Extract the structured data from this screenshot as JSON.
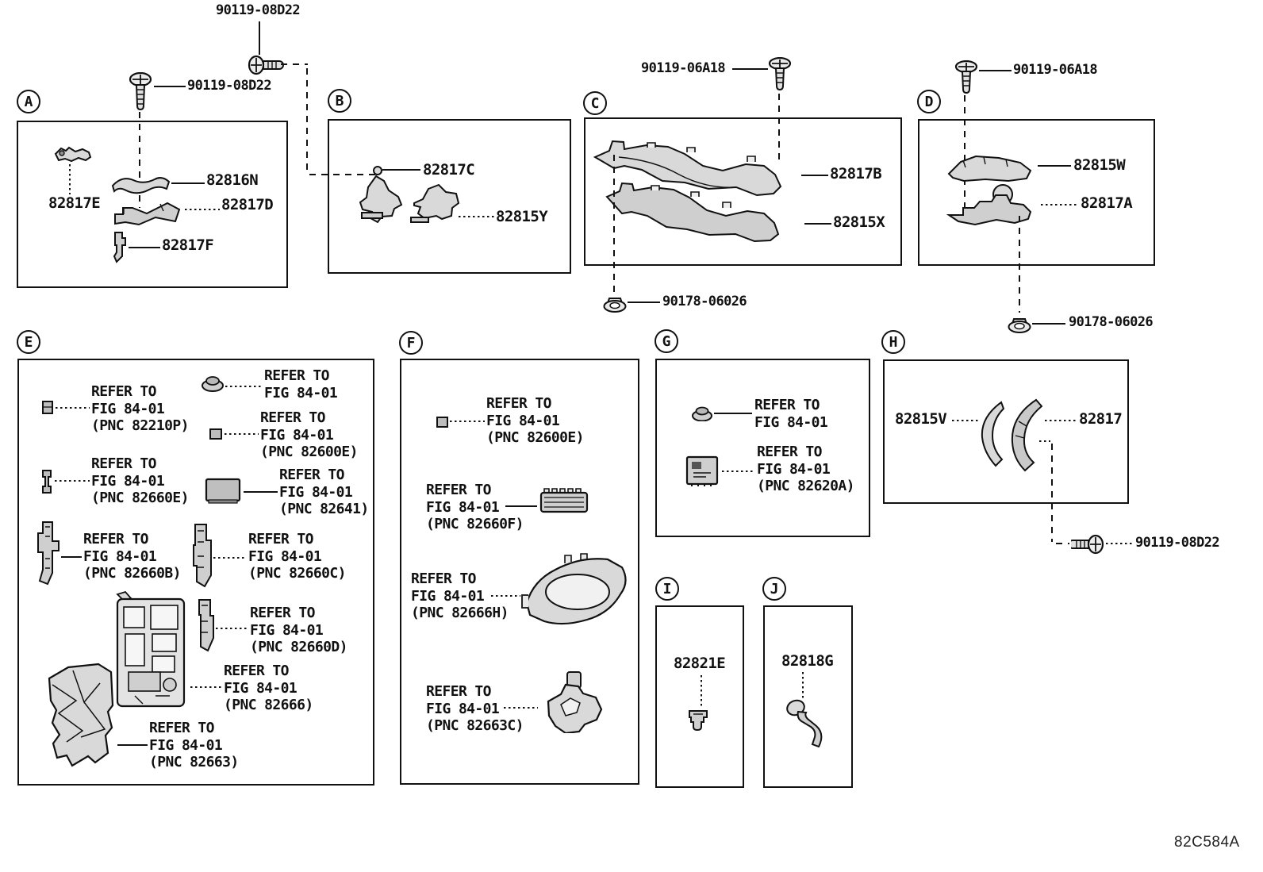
{
  "figure_code": "82C584A",
  "fasteners": {
    "screw_top": "90119-08D22",
    "screw_a": "90119-08D22",
    "screw_c": "90119-06A18",
    "screw_d": "90119-06A18",
    "nut_c": "90178-06026",
    "nut_d": "90178-06026",
    "screw_h": "90119-08D22"
  },
  "sections": {
    "a": {
      "letter": "A",
      "p1": "82817E",
      "p2": "82816N",
      "p3": "82817D",
      "p4": "82817F"
    },
    "b": {
      "letter": "B",
      "p1": "82817C",
      "p2": "82815Y"
    },
    "c": {
      "letter": "C",
      "p1": "82817B",
      "p2": "82815X"
    },
    "d": {
      "letter": "D",
      "p1": "82815W",
      "p2": "82817A"
    },
    "e": {
      "letter": "E",
      "notes": [
        {
          "l1": "REFER TO",
          "l2": "FIG 84-01",
          "l3": "(PNC 82210P)"
        },
        {
          "l1": "REFER TO",
          "l2": "FIG 84-01"
        },
        {
          "l1": "REFER TO",
          "l2": "FIG 84-01",
          "l3": "(PNC 82600E)"
        },
        {
          "l1": "REFER TO",
          "l2": "FIG 84-01",
          "l3": "(PNC 82660E)"
        },
        {
          "l1": "REFER TO",
          "l2": "FIG 84-01",
          "l3": "(PNC 82641)"
        },
        {
          "l1": "REFER TO",
          "l2": "FIG 84-01",
          "l3": "(PNC 82660B)"
        },
        {
          "l1": "REFER TO",
          "l2": "FIG 84-01",
          "l3": "(PNC 82660C)"
        },
        {
          "l1": "REFER TO",
          "l2": "FIG 84-01",
          "l3": "(PNC 82660D)"
        },
        {
          "l1": "REFER TO",
          "l2": "FIG 84-01",
          "l3": "(PNC 82666)"
        },
        {
          "l1": "REFER TO",
          "l2": "FIG 84-01",
          "l3": "(PNC 82663)"
        }
      ]
    },
    "f": {
      "letter": "F",
      "notes": [
        {
          "l1": "REFER TO",
          "l2": "FIG 84-01",
          "l3": "(PNC 82600E)"
        },
        {
          "l1": "REFER TO",
          "l2": "FIG 84-01",
          "l3": "(PNC 82660F)"
        },
        {
          "l1": "REFER TO",
          "l2": "FIG 84-01",
          "l3": "(PNC 82666H)"
        },
        {
          "l1": "REFER TO",
          "l2": "FIG 84-01",
          "l3": "(PNC 82663C)"
        }
      ]
    },
    "g": {
      "letter": "G",
      "notes": [
        {
          "l1": "REFER TO",
          "l2": "FIG 84-01"
        },
        {
          "l1": "REFER TO",
          "l2": "FIG 84-01",
          "l3": "(PNC 82620A)"
        }
      ]
    },
    "h": {
      "letter": "H",
      "p1": "82815V",
      "p2": "82817"
    },
    "i": {
      "letter": "I",
      "p1": "82821E"
    },
    "j": {
      "letter": "J",
      "p1": "82818G"
    }
  }
}
